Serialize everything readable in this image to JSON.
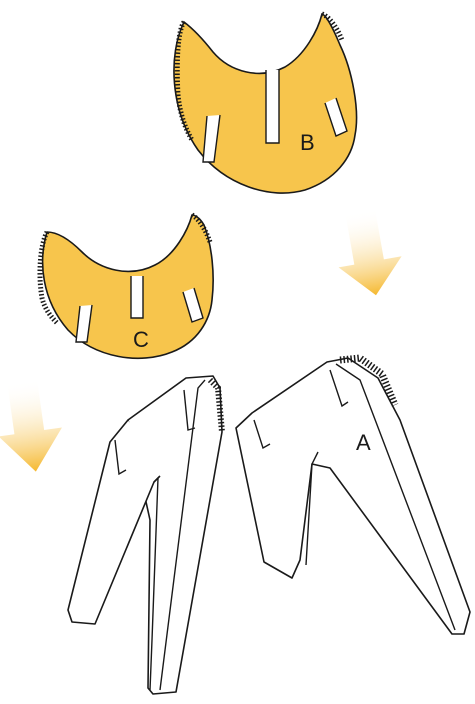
{
  "colors": {
    "part_fill": "#F7C54C",
    "outline": "#1a1a1a",
    "leg_fill": "#ffffff",
    "arrow_top": "#ffffff",
    "arrow_bottom": "#F5B82E"
  },
  "parts": {
    "b": {
      "label": "B"
    },
    "c": {
      "label": "C"
    },
    "a": {
      "label": "A"
    }
  }
}
